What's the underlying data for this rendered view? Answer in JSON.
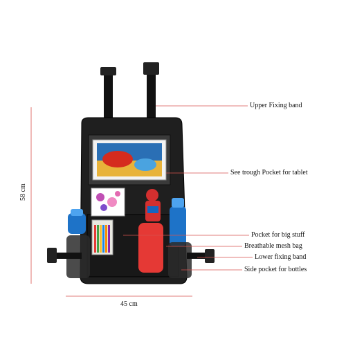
{
  "product_diagram": {
    "callouts": [
      {
        "id": "upper",
        "label": "Upper  Fixing band"
      },
      {
        "id": "tablet",
        "label": "See trough Pocket for tablet"
      },
      {
        "id": "big",
        "label": "Pocket for big stuff"
      },
      {
        "id": "mesh",
        "label": "Breathable mesh bag"
      },
      {
        "id": "lower",
        "label": "Lower fixing band"
      },
      {
        "id": "side",
        "label": "Side pocket for bottles"
      }
    ],
    "dimensions": {
      "height": "58 cm",
      "width": "45 cm"
    },
    "colors": {
      "leader_line": "#d9534f",
      "organizer": "#1a1a1a",
      "mesh": "#2b2b2b",
      "tablet_screen": "#2a6fb5"
    }
  }
}
